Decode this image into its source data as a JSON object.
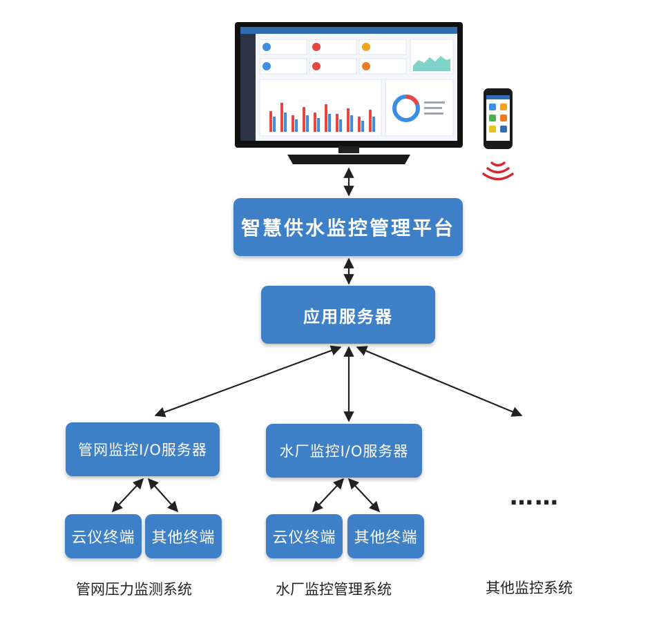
{
  "platform": {
    "label": "智慧供水监控管理平台"
  },
  "app_server": {
    "label": "应用服务器"
  },
  "io_servers": [
    {
      "label": "管网监控I/O服务器"
    },
    {
      "label": "水厂监控I/O服务器"
    }
  ],
  "terminals": {
    "cloud": "云仪终端",
    "other": "其他终端"
  },
  "more": "……",
  "systems": [
    {
      "label": "管网压力监测系统"
    },
    {
      "label": "水厂监控管理系统"
    },
    {
      "label": "其他监控系统"
    }
  ],
  "colors": {
    "node_fill": "#3d80c7",
    "arrow": "#222222",
    "wifi": "#d9262c"
  }
}
